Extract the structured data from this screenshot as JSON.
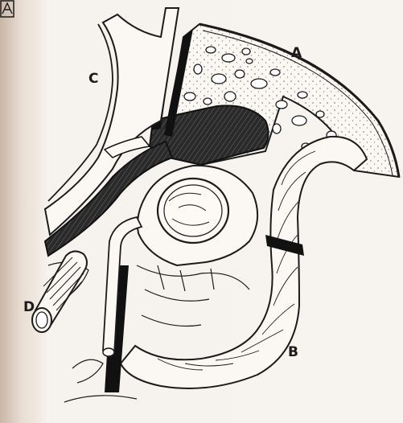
{
  "labels": {
    "a": "A",
    "b": "B",
    "c": "C",
    "d": "D"
  },
  "colors": {
    "ink": "#1b1b1b",
    "paper": "#f7f3ee",
    "shadow_edge": "#c9b6a6"
  }
}
